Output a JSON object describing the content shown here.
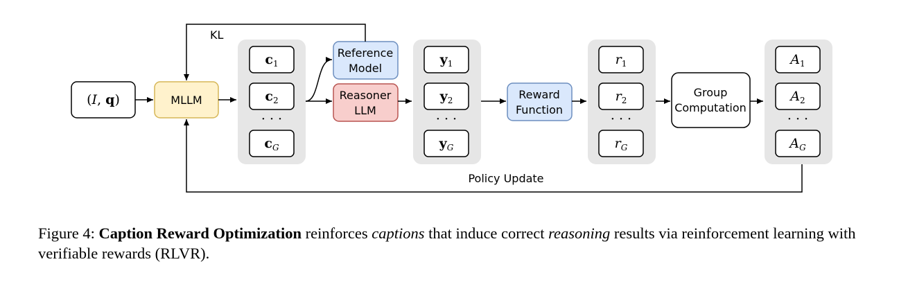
{
  "diagram": {
    "input_label": "(I, q)",
    "mllm_label": "MLLM",
    "kl_label": "KL",
    "reference_model": [
      "Reference",
      "Model"
    ],
    "reasoner_llm": [
      "Reasoner",
      "LLM"
    ],
    "reward_function": [
      "Reward",
      "Function"
    ],
    "group_computation": [
      "Group",
      "Computation"
    ],
    "policy_update_label": "Policy Update",
    "ellipsis": "· · ·",
    "captions": [
      {
        "base": "c",
        "sub": "1"
      },
      {
        "base": "c",
        "sub": "2"
      },
      {
        "base": "c",
        "sub": "G"
      }
    ],
    "outputs": [
      {
        "base": "y",
        "sub": "1"
      },
      {
        "base": "y",
        "sub": "2"
      },
      {
        "base": "y",
        "sub": "G"
      }
    ],
    "rewards": [
      {
        "base": "r",
        "sub": "1"
      },
      {
        "base": "r",
        "sub": "2"
      },
      {
        "base": "r",
        "sub": "G"
      }
    ],
    "advantages": [
      {
        "base": "A",
        "sub": "1"
      },
      {
        "base": "A",
        "sub": "2"
      },
      {
        "base": "A",
        "sub": "G"
      }
    ],
    "colors": {
      "mllm_fill": "#fff2cc",
      "mllm_stroke": "#d6b656",
      "reference_fill": "#dae8fc",
      "reference_stroke": "#6c8ebf",
      "reasoner_fill": "#f8cecc",
      "reasoner_stroke": "#b85450",
      "group_bg": "#e6e6e6"
    }
  },
  "caption": {
    "prefix": "Figure 4: ",
    "bold": "Caption Reward Optimization",
    "t1": " reinforces ",
    "i1": "captions",
    "t2": " that induce correct ",
    "i2": "reasoning",
    "t3": " results via reinforcement learning with verifiable rewards (RLVR)."
  }
}
